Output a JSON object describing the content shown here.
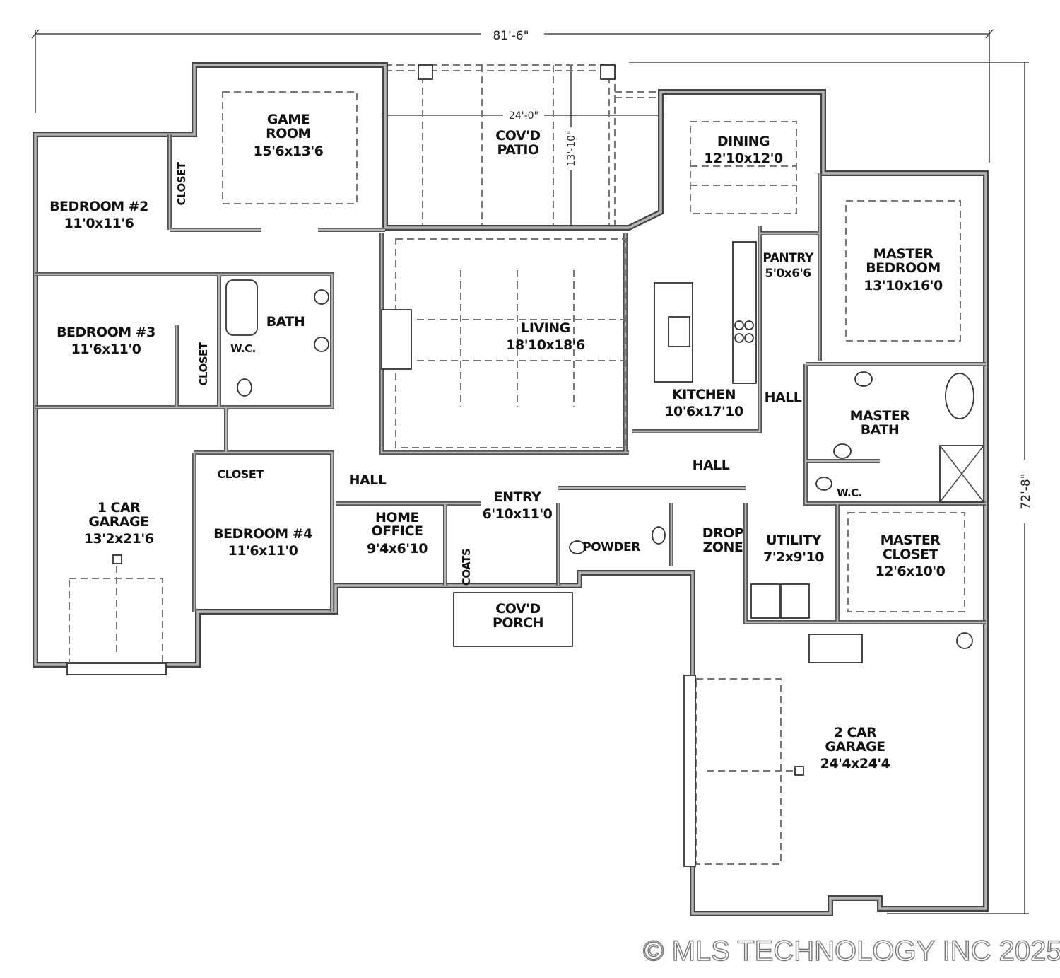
{
  "dimensions": {
    "overall_width": "81'-6\"",
    "overall_depth": "72'-8\"",
    "patio_width": "24'-0\"",
    "patio_depth": "13'-10\""
  },
  "rooms": {
    "game_room": {
      "name": [
        "GAME",
        "ROOM"
      ],
      "size": "15'6x13'6"
    },
    "covd_patio": {
      "name": [
        "COV'D",
        "PATIO"
      ]
    },
    "dining": {
      "name": [
        "DINING"
      ],
      "size": "12'10x12'0"
    },
    "bedroom2": {
      "name": [
        "BEDROOM #2"
      ],
      "size": "11'0x11'6"
    },
    "closet_bed2": {
      "name": [
        "CLOSET"
      ]
    },
    "pantry": {
      "name": [
        "PANTRY"
      ],
      "size": "5'0x6'6"
    },
    "master_bedroom": {
      "name": [
        "MASTER",
        "BEDROOM"
      ],
      "size": "13'10x16'0"
    },
    "bedroom3": {
      "name": [
        "BEDROOM #3"
      ],
      "size": "11'6x11'0"
    },
    "closet_bed3": {
      "name": [
        "CLOSET"
      ]
    },
    "bath": {
      "name": [
        "BATH"
      ]
    },
    "wc_bath": {
      "name": [
        "W.C."
      ]
    },
    "living": {
      "name": [
        "LIVING"
      ],
      "size": "18'10x18'6"
    },
    "kitchen": {
      "name": [
        "KITCHEN"
      ],
      "size": "10'6x17'10"
    },
    "hall_kitchen": {
      "name": [
        "HALL"
      ]
    },
    "master_bath": {
      "name": [
        "MASTER",
        "BATH"
      ]
    },
    "hall_main": {
      "name": [
        "HALL"
      ]
    },
    "hall_west": {
      "name": [
        "HALL"
      ]
    },
    "wc_master": {
      "name": [
        "W.C."
      ]
    },
    "closet_bed4": {
      "name": [
        "CLOSET"
      ]
    },
    "one_car_garage": {
      "name": [
        "1 CAR",
        "GARAGE"
      ],
      "size": "13'2x21'6"
    },
    "bedroom4": {
      "name": [
        "BEDROOM #4"
      ],
      "size": "11'6x11'0"
    },
    "home_office": {
      "name": [
        "HOME",
        "OFFICE"
      ],
      "size": "9'4x6'10"
    },
    "coats": {
      "name": [
        "COATS"
      ]
    },
    "entry": {
      "name": [
        "ENTRY"
      ],
      "size": "6'10x11'0"
    },
    "powder": {
      "name": [
        "POWDER"
      ]
    },
    "drop_zone": {
      "name": [
        "DROP",
        "ZONE"
      ]
    },
    "utility": {
      "name": [
        "UTILITY"
      ],
      "size": "7'2x9'10"
    },
    "master_closet": {
      "name": [
        "MASTER",
        "CLOSET"
      ],
      "size": "12'6x10'0"
    },
    "covd_porch": {
      "name": [
        "COV'D",
        "PORCH"
      ]
    },
    "two_car_garage": {
      "name": [
        "2 CAR",
        "GARAGE"
      ],
      "size": "24'4x24'4"
    }
  },
  "watermark": "© MLS TECHNOLOGY INC 2025"
}
